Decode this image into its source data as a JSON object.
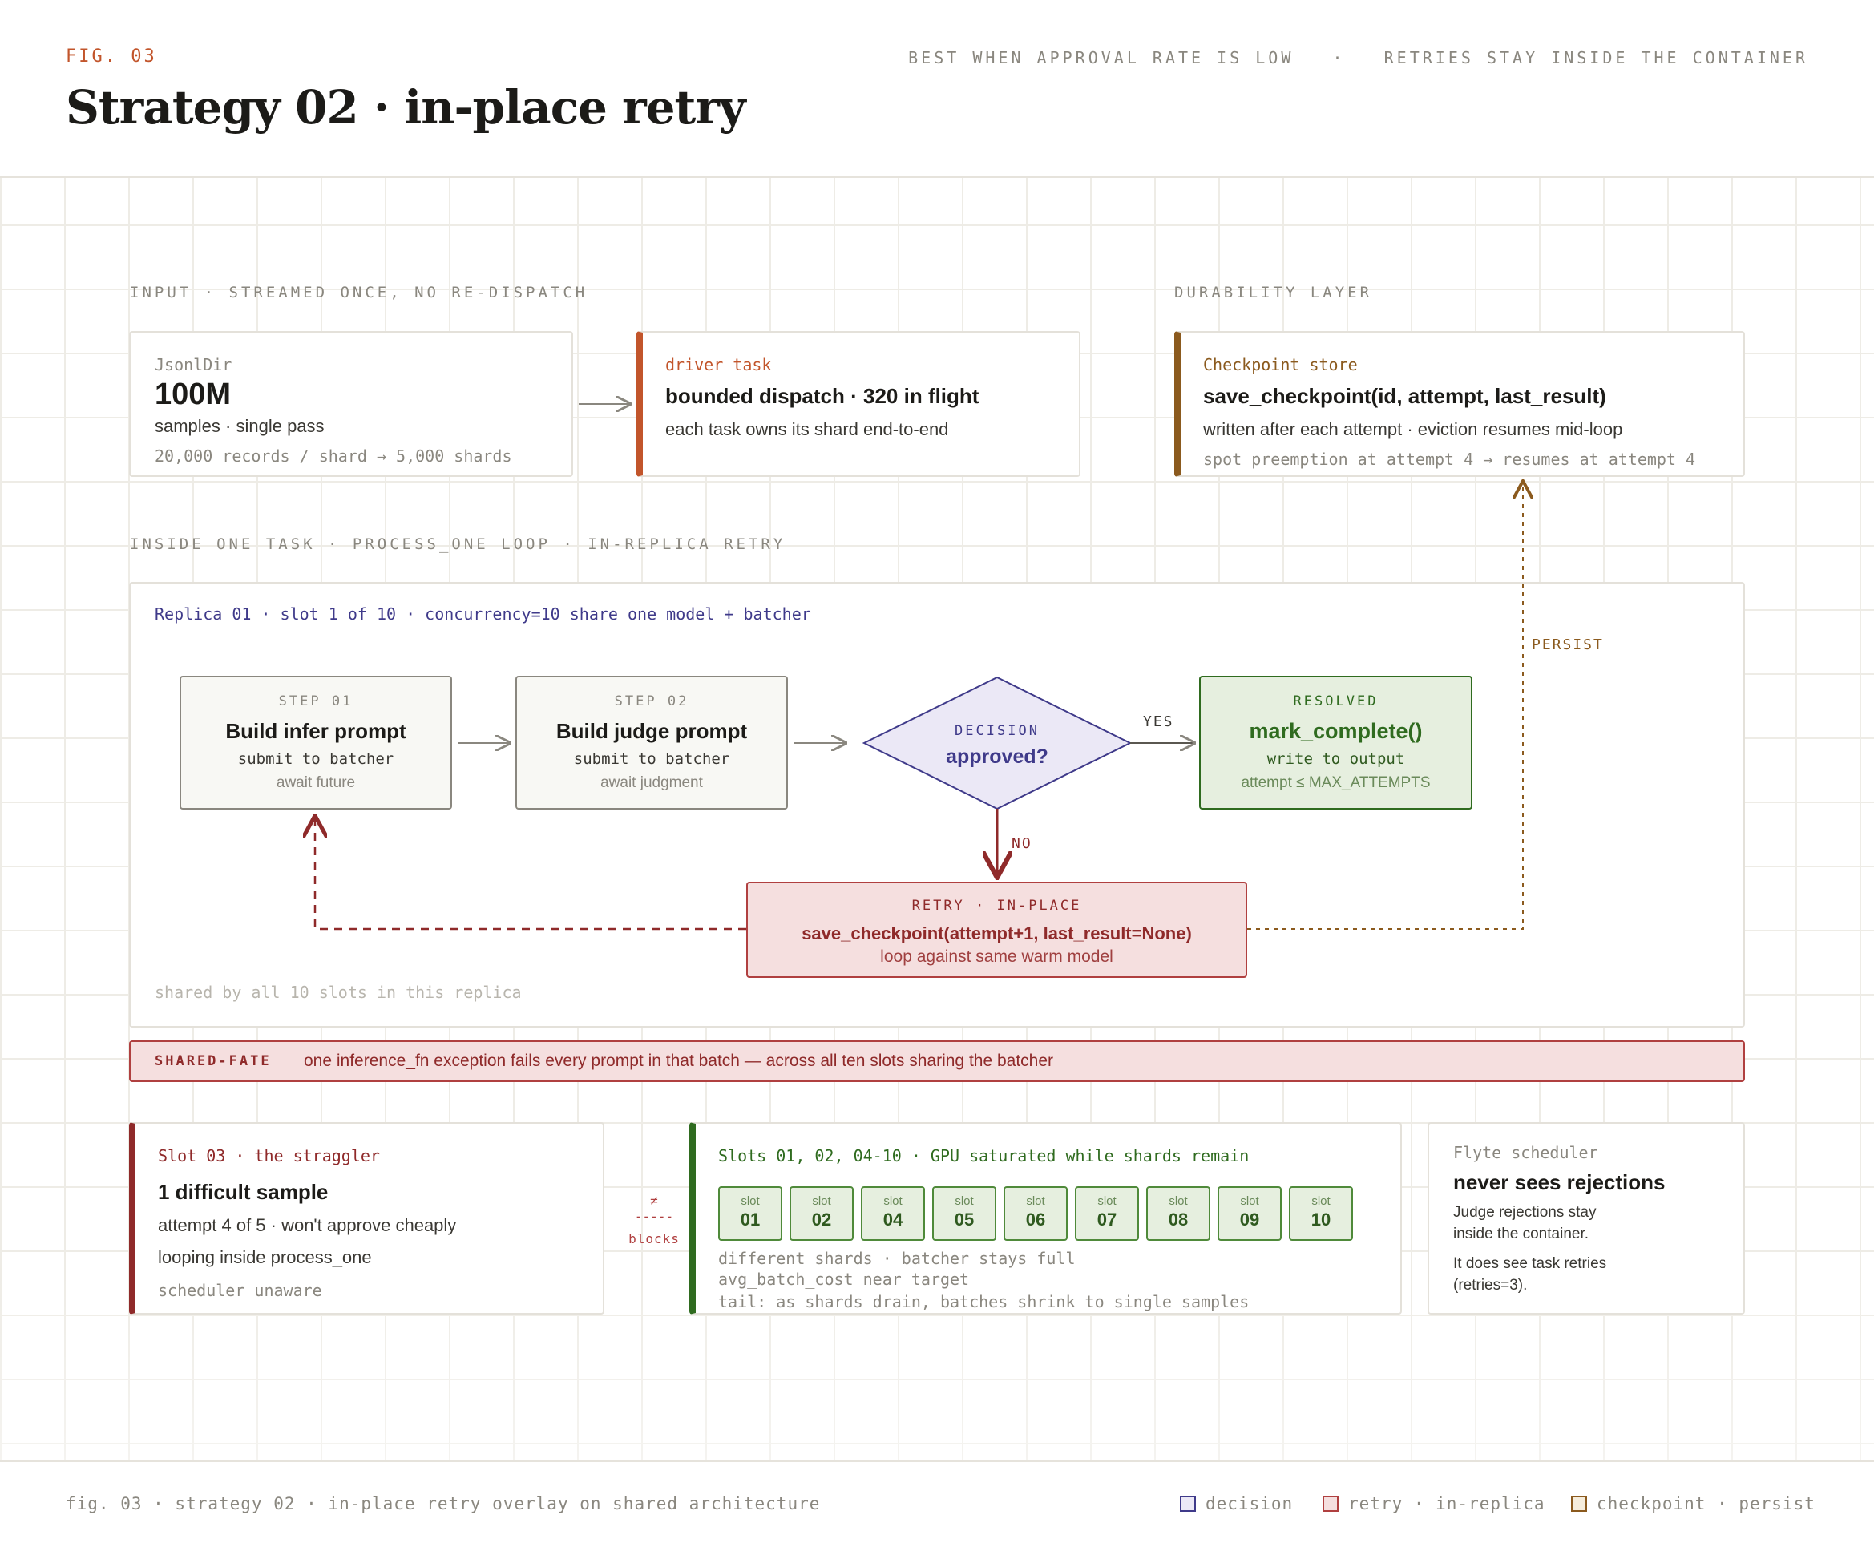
{
  "header": {
    "fig_tag": "FIG. 03",
    "title": "Strategy 02 · in-place retry",
    "subtitle": "BEST WHEN APPROVAL RATE IS LOW   ·   RETRIES STAY INSIDE THE CONTAINER"
  },
  "sections": {
    "input": "INPUT · STREAMED ONCE, NO RE-DISPATCH",
    "durability": "DURABILITY LAYER",
    "inside": "INSIDE ONE TASK · PROCESS_ONE LOOP · IN-REPLICA RETRY"
  },
  "input_card": {
    "kicker": "JsonlDir",
    "value": "100M",
    "line1": "samples · single pass",
    "line2": "20,000 records / shard → 5,000 shards"
  },
  "driver_card": {
    "kicker": "driver task",
    "title": "bounded dispatch · 320 in flight",
    "line1": "each task owns its shard end-to-end"
  },
  "checkpoint_card": {
    "kicker": "Checkpoint store",
    "title": "save_checkpoint(id, attempt, last_result)",
    "line1": "written after each attempt · eviction resumes mid-loop",
    "line2": "spot preemption at attempt 4 → resumes at attempt 4"
  },
  "replica": {
    "header": "Replica 01 · slot 1 of 10 · concurrency=10 share one model + batcher",
    "footer": "shared by all 10 slots in this replica",
    "step1": {
      "kicker": "STEP 01",
      "title": "Build infer prompt",
      "line1": "submit to batcher",
      "line2": "await future"
    },
    "step2": {
      "kicker": "STEP 02",
      "title": "Build judge prompt",
      "line1": "submit to batcher",
      "line2": "await judgment"
    },
    "decision": {
      "kicker": "DECISION",
      "title": "approved?"
    },
    "yes": "YES",
    "no": "NO",
    "persist": "PERSIST",
    "resolved": {
      "kicker": "RESOLVED",
      "title": "mark_complete()",
      "line1": "write to output",
      "line2": "attempt ≤ MAX_ATTEMPTS"
    },
    "retry": {
      "kicker": "RETRY · IN-PLACE",
      "title": "save_checkpoint(attempt+1, last_result=None)",
      "line1": "loop against same warm model"
    }
  },
  "shared_fate": {
    "tag": "SHARED-FATE",
    "text": "one inference_fn exception fails every prompt in that batch — across all ten slots sharing the batcher"
  },
  "straggler": {
    "kicker": "Slot 03 · the straggler",
    "title": "1 difficult sample",
    "line1": "attempt 4 of 5 · won't approve cheaply",
    "line2": "looping inside process_one",
    "line3": "scheduler unaware"
  },
  "blocks": {
    "symbol": "≠",
    "dash": "-----",
    "label": "blocks"
  },
  "slots_card": {
    "kicker": "Slots 01, 02, 04-10 · GPU saturated while shards remain",
    "slot_label": "slot",
    "slots": [
      "01",
      "02",
      "04",
      "05",
      "06",
      "07",
      "08",
      "09",
      "10"
    ],
    "line1": "different shards · batcher stays full",
    "line2": "avg_batch_cost near target",
    "line3": "tail: as shards drain, batches shrink to single samples"
  },
  "scheduler_card": {
    "kicker": "Flyte scheduler",
    "title": "never sees rejections",
    "line1": "Judge rejections stay",
    "line2": "inside the container.",
    "line3": "It does see task retries",
    "line4": "(retries=3)."
  },
  "footer": {
    "caption": "fig. 03 · strategy 02 · in-place retry overlay on shared architecture",
    "legend": [
      {
        "label": "decision",
        "color": "#3f3a8a"
      },
      {
        "label": "retry · in-replica",
        "color": "#b04040"
      },
      {
        "label": "checkpoint · persist",
        "color": "#8b5a1e"
      }
    ]
  },
  "colors": {
    "orange": "#c2552b",
    "brown": "#8b5a1e",
    "red": "#8f2a2a",
    "green": "#2f6b1f",
    "purple": "#3f3a8a"
  }
}
